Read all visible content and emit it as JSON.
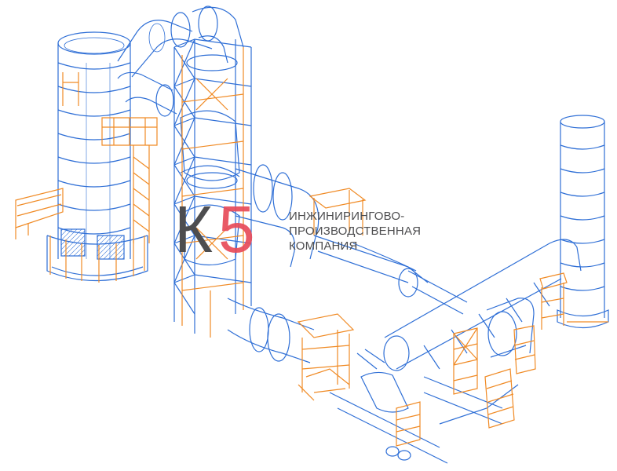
{
  "logo": {
    "mark_letter": "К",
    "mark_digit": "5",
    "company_lines": [
      "ИНЖИНИРИНГОВО-",
      "ПРОИЗВОДСТВЕННАЯ",
      "КОМПАНИЯ"
    ]
  },
  "colors": {
    "structure_blue": "#2f6fd6",
    "steel_orange": "#f08a24",
    "logo_gray": "#4d4d4f",
    "logo_red": "#e84c5a"
  }
}
